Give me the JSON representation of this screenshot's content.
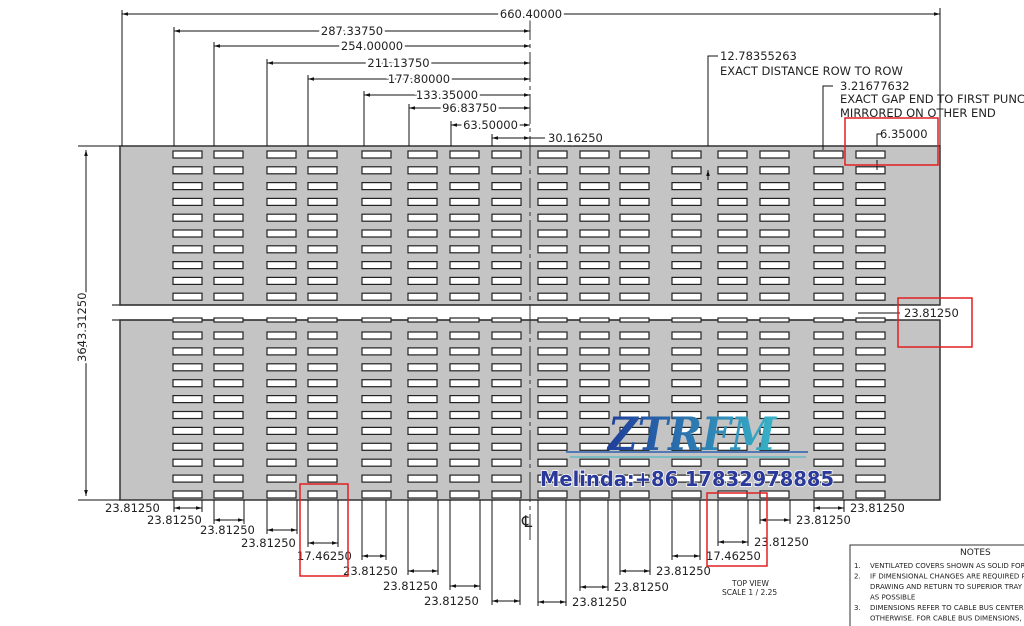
{
  "drawing": {
    "top_dimensions": [
      "660.40000",
      "287.33750",
      "254.00000",
      "211.13750",
      "177.80000",
      "133.35000",
      "96.83750",
      "63.50000",
      "30.16250"
    ],
    "callouts": {
      "row_to_row_value": "12.78355263",
      "row_to_row_text": "EXACT DISTANCE ROW TO ROW",
      "gap_value": "3.21677632",
      "gap_text_1": "EXACT GAP END TO FIRST PUNCH",
      "gap_text_2": "MIRRORED ON OTHER END",
      "slot_width": "6.35000",
      "break_gap": "23.81250"
    },
    "overall_length": "3643.31250",
    "centerline_symbol": "℄",
    "bottom_left_dimensions": [
      "23.81250",
      "23.81250",
      "23.81250",
      "23.81250",
      "17.46250",
      "23.81250",
      "23.81250",
      "23.81250"
    ],
    "bottom_right_dimensions": [
      "23.81250",
      "23.81250",
      "23.81250",
      "17.46250",
      "23.81250",
      "23.81250",
      "23.81250"
    ],
    "view_title": "TOP VIEW",
    "view_scale": "SCALE 1 / 2.25"
  },
  "notes": {
    "title": "NOTES",
    "items": [
      {
        "num": "1.",
        "lines": [
          "VENTILATED COVERS SHOWN AS SOLID FOR"
        ]
      },
      {
        "num": "2.",
        "lines": [
          "IF DIMENSIONAL CHANGES ARE REQUIRED PL",
          "DRAWING AND RETURN TO SUPERIOR TRAY",
          "AS POSSIBLE"
        ]
      },
      {
        "num": "3.",
        "lines": [
          "DIMENSIONS REFER TO CABLE BUS CENTERL",
          "OTHERWISE. FOR CABLE BUS DIMENSIONS, R"
        ]
      }
    ]
  },
  "watermark": {
    "logo": "ZTRFM",
    "contact": "Melinda:+86 17832978885"
  },
  "colors": {
    "plate": "#c4c4c4",
    "highlight": "#e02020",
    "logo_dark": "#1f3d9a",
    "logo_light": "#38b4c8"
  }
}
